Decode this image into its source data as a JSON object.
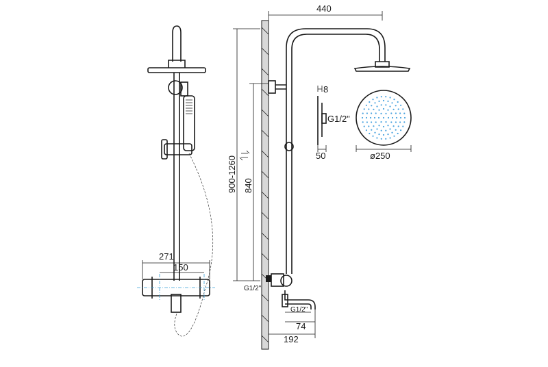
{
  "dimensions": {
    "width_top": "440",
    "height_range": "900-1260",
    "height_fixed": "840",
    "head_thickness": "8",
    "head_connection": "G1/2\"",
    "head_depth": "50",
    "head_diameter": "ø250",
    "mixer_width": "271",
    "mixer_centers": "150",
    "wall_connection": "G1/2\"",
    "spout_connection": "G1/2\"",
    "spout_offset": "74",
    "spout_projection": "192"
  },
  "colors": {
    "line": "#1a1a1a",
    "centerline": "#3aa0d8",
    "nozzle": "#4aa3df"
  }
}
